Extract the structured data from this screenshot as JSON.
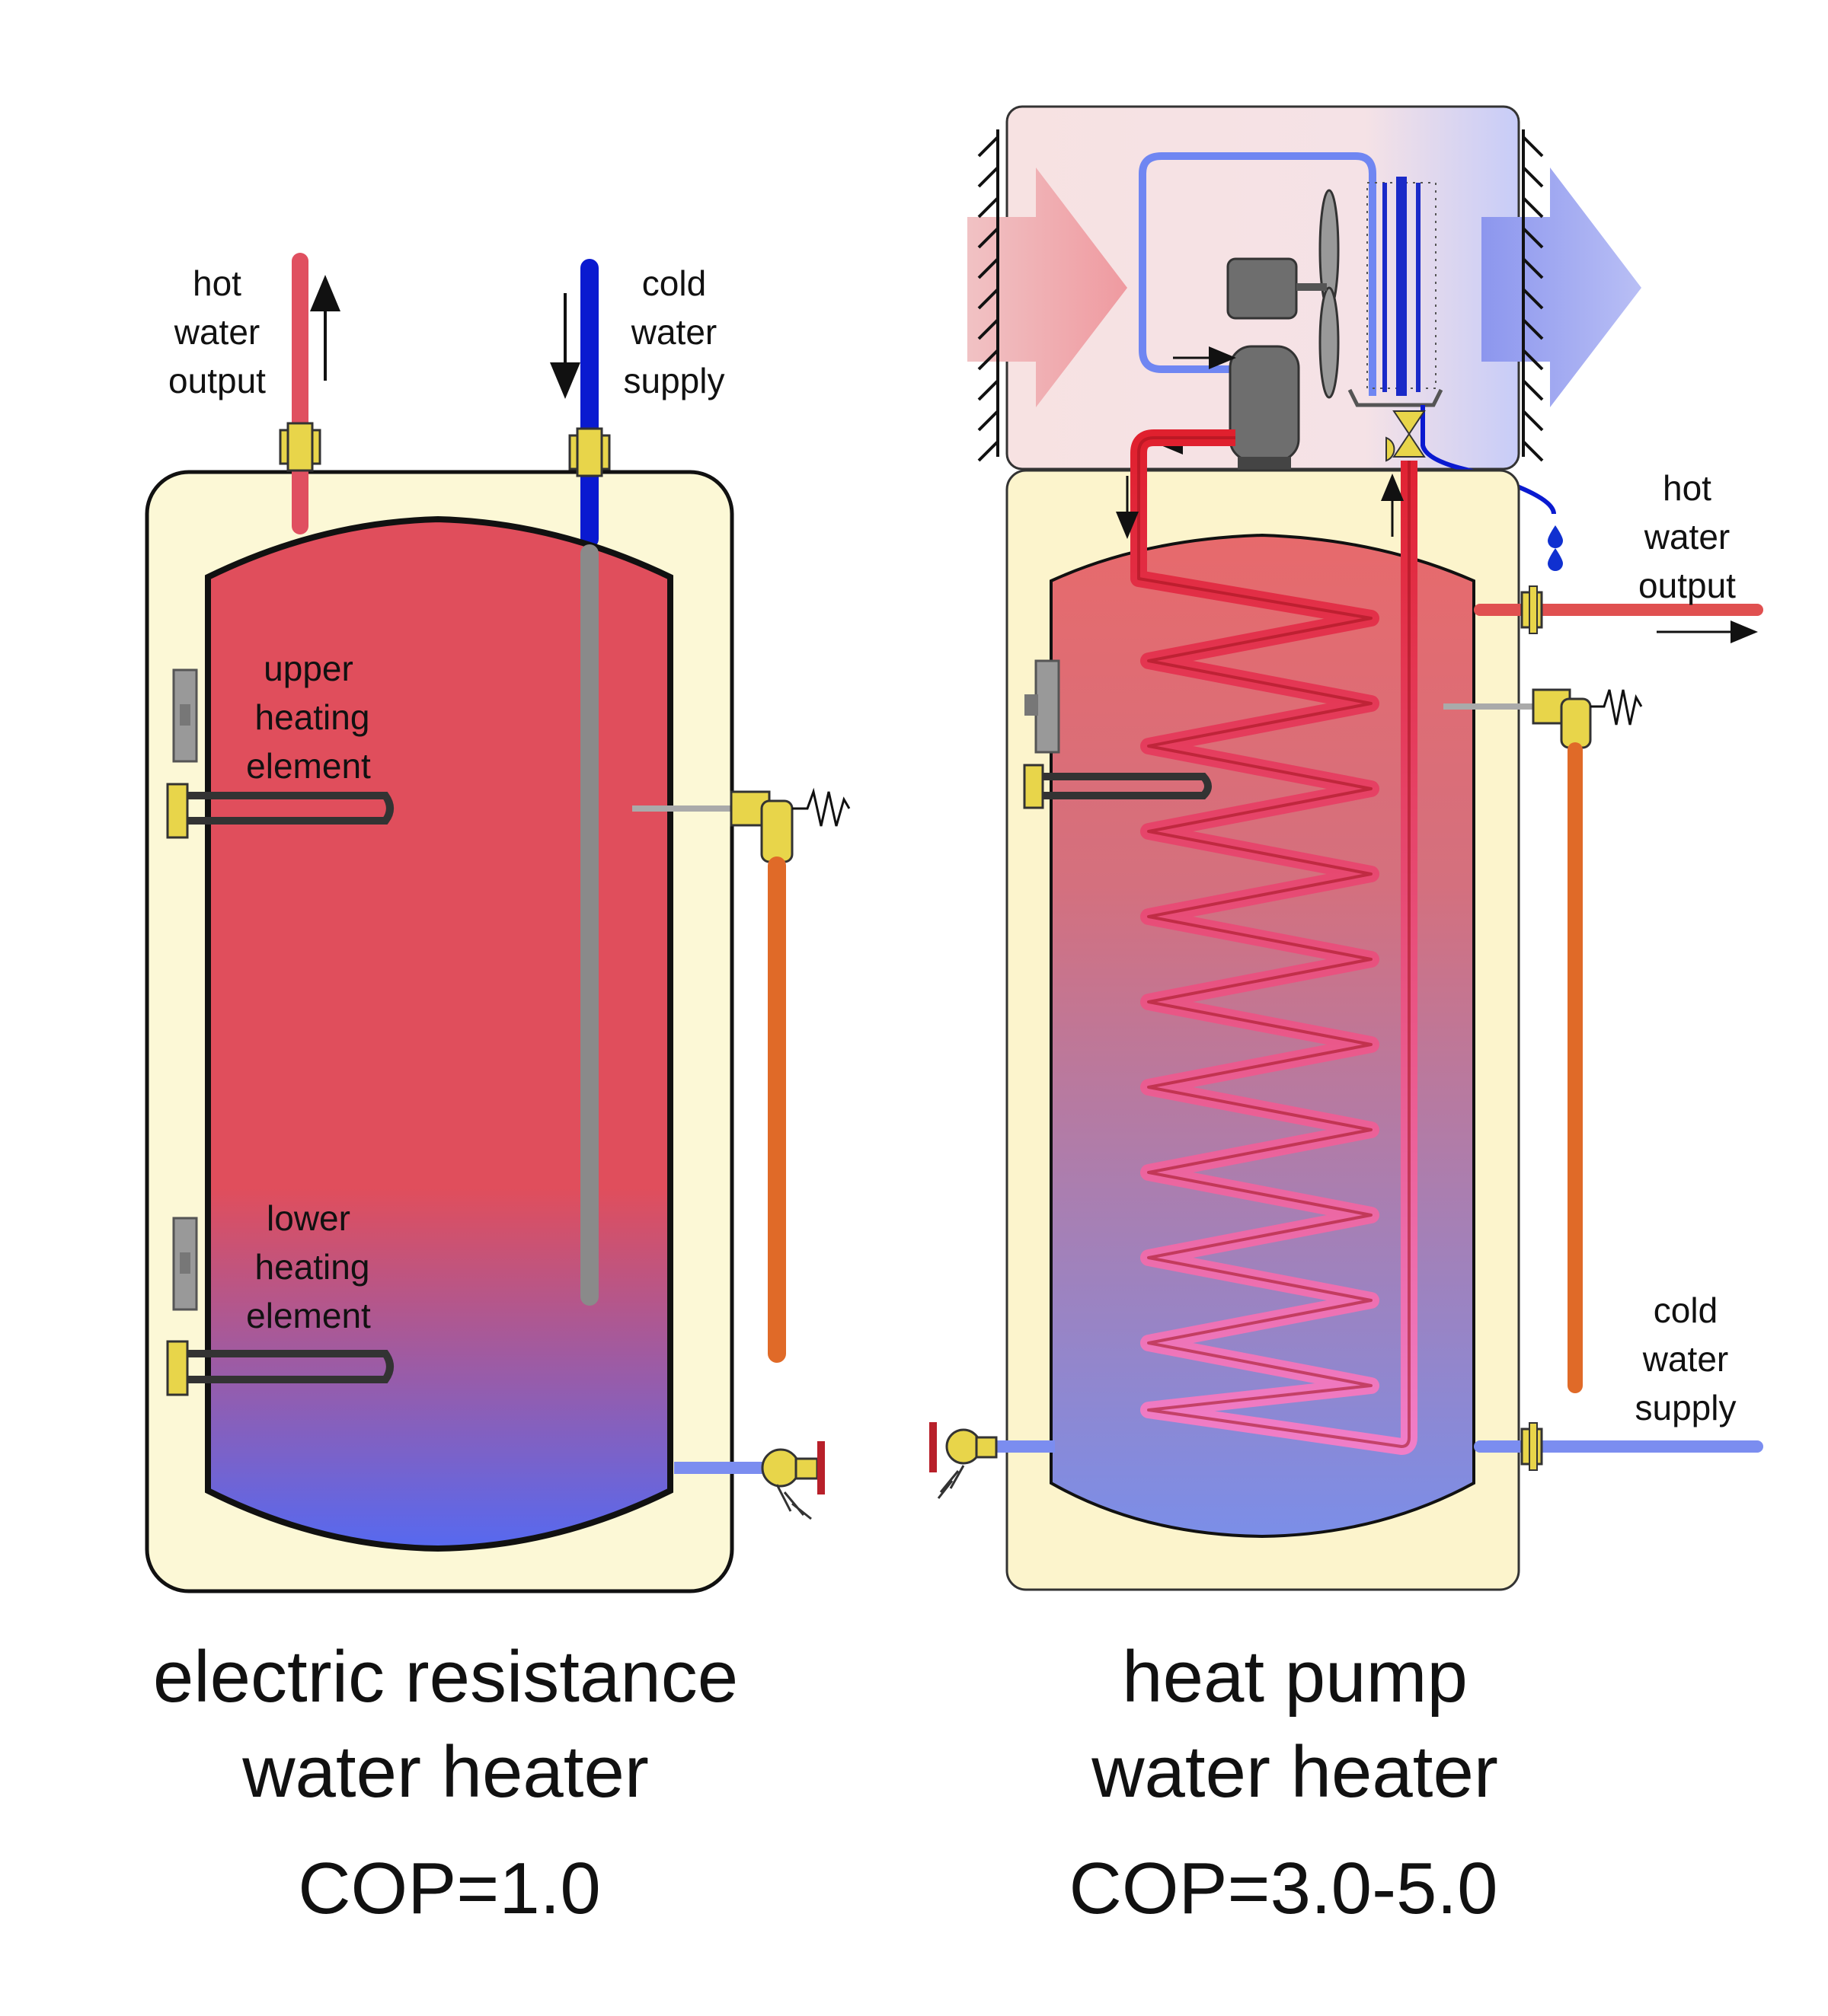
{
  "left_heater": {
    "hot_label": [
      "hot",
      "water",
      "output"
    ],
    "cold_label": [
      "cold",
      "water",
      "supply"
    ],
    "upper_element_label": [
      "upper",
      "heating",
      "element"
    ],
    "lower_element_label": [
      "lower",
      "heating",
      "element"
    ],
    "caption": [
      "electric resistance",
      "water heater"
    ],
    "cop": "COP=1.0"
  },
  "right_heater": {
    "hot_label": [
      "hot",
      "water",
      "output"
    ],
    "cold_label": [
      "cold",
      "water",
      "supply"
    ],
    "caption": [
      "heat pump",
      "water heater"
    ],
    "cop": "COP=3.0-5.0"
  },
  "colors": {
    "hot": "#e0505c",
    "cold": "#5b6ff0",
    "cold_pipe": "#0a1ad0",
    "hot_pipe": "#e05060",
    "jacket": "#fcf8d6",
    "relief_pipe": "#e06a28",
    "brass": "#e8d54a"
  }
}
